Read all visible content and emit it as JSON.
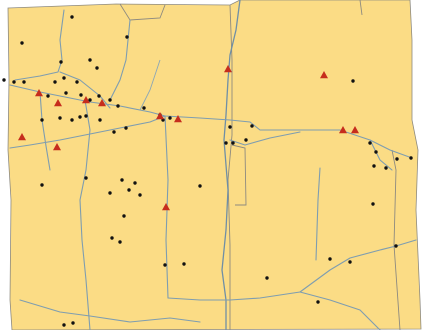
{
  "map": {
    "land_color": "#fbdc85",
    "road_color": "#7e9db0",
    "boundary_color": "#8d8a80",
    "dot_color": "#111111",
    "triangle_color": "#c62d1d"
  },
  "triangles": [
    {
      "id": 1
    },
    {
      "id": 2
    },
    {
      "id": 3
    },
    {
      "id": 4
    },
    {
      "id": 5
    },
    {
      "id": 6
    },
    {
      "id": 7
    },
    {
      "id": 8
    },
    {
      "id": 9
    },
    {
      "id": 10
    },
    {
      "id": 11
    },
    {
      "id": 12
    },
    {
      "id": 13
    },
    {
      "id": 14
    }
  ]
}
